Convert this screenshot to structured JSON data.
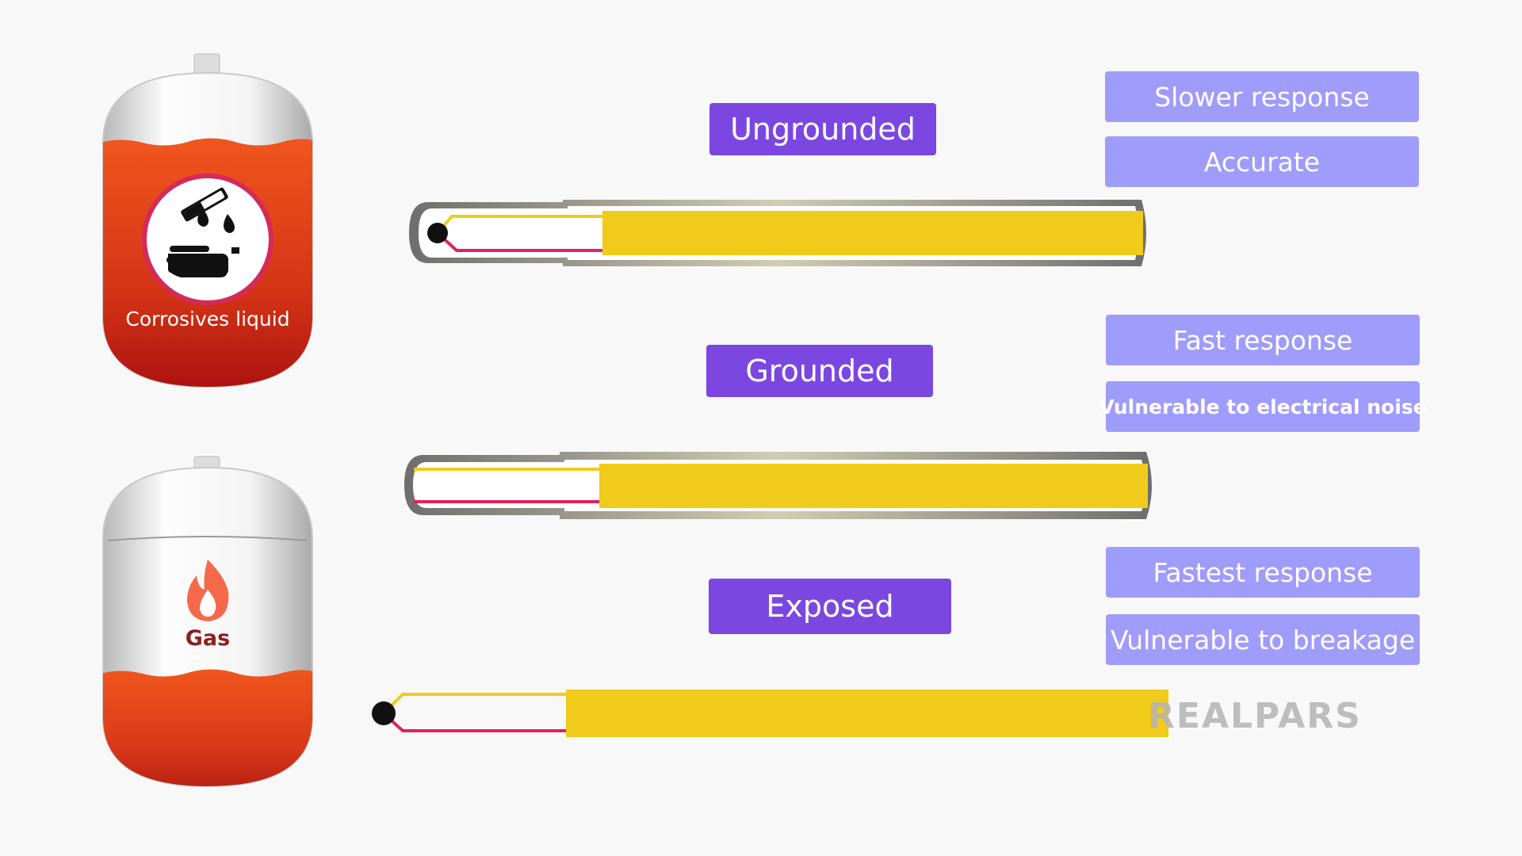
{
  "tanks": {
    "top_label": "Corrosives liquid",
    "bottom_label": "Gas",
    "top_icon": "corrosive-hazard-icon",
    "bottom_icon": "flame-icon"
  },
  "probes": [
    {
      "type": "Ungrounded",
      "properties": [
        "Slower response",
        "Accurate"
      ]
    },
    {
      "type": "Grounded",
      "properties": [
        "Fast response",
        "Vulnerable to electrical noise"
      ]
    },
    {
      "type": "Exposed",
      "properties": [
        "Fastest response",
        "Vulnerable to breakage"
      ]
    }
  ],
  "logo": "REALPARS",
  "colors": {
    "label_primary": "#7b47e0",
    "label_secondary": "#a09cfb",
    "insulation_yellow": "#f1cb1c",
    "wire_positive": "#f1cb1c",
    "wire_negative": "#e0245e",
    "liquid_red": "#e0481a"
  }
}
